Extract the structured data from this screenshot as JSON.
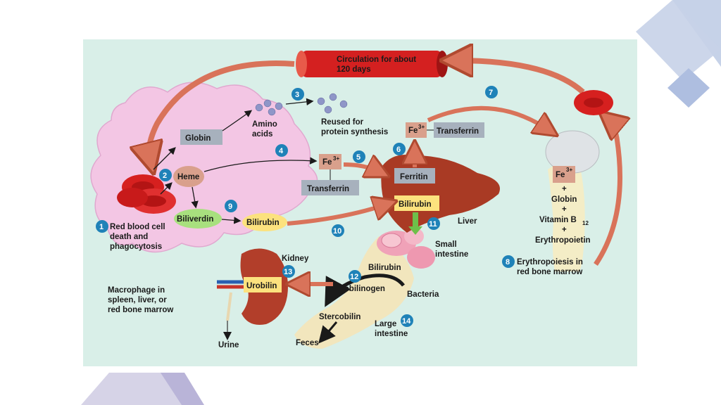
{
  "title": {
    "line1": "Circulation for about",
    "line2": "120 days"
  },
  "steps": [
    {
      "n": "1",
      "lines": [
        "Red blood cell",
        "death and",
        "phagocytosis"
      ]
    },
    {
      "n": "2"
    },
    {
      "n": "3"
    },
    {
      "n": "4"
    },
    {
      "n": "5"
    },
    {
      "n": "6"
    },
    {
      "n": "7"
    },
    {
      "n": "8",
      "lines": [
        "Erythropoiesis in",
        "red bone marrow"
      ]
    },
    {
      "n": "9"
    },
    {
      "n": "10"
    },
    {
      "n": "11"
    },
    {
      "n": "12"
    },
    {
      "n": "13"
    },
    {
      "n": "14"
    }
  ],
  "labels": {
    "globin": "Globin",
    "heme": "Heme",
    "amino_acids": [
      "Amino",
      "acids"
    ],
    "reused": [
      "Reused for",
      "protein synthesis"
    ],
    "fe3": "Fe",
    "fe3_sup": "3+",
    "transferrin": "Transferrin",
    "ferritin": "Ferritin",
    "biliverdin": "Biliverdin",
    "bilirubin": "Bilirubin",
    "liver": "Liver",
    "small_intestine": [
      "Small",
      "intestine"
    ],
    "kidney": "Kidney",
    "urobilin": "Urobilin",
    "urobilinogen": "Urobilinogen",
    "bacteria": "Bacteria",
    "stercobilin": "Stercobilin",
    "large_intestine": [
      "Large",
      "intestine"
    ],
    "feces": "Feces",
    "urine": "Urine",
    "macrophage": [
      "Macrophage in",
      "spleen, liver, or",
      "red bone marrow"
    ],
    "marrow_list": {
      "plus": "+",
      "globin": "Globin",
      "vitb": "Vitamin B",
      "vitb_sub": "12",
      "epo": "Erythropoietin"
    }
  },
  "colors": {
    "panel": "#d9efe8",
    "macrophage": "#f3c6e4",
    "rbc": "#d6201f",
    "liver": "#a93a24",
    "arrow": "#d9735a",
    "badge": "#1f82b8",
    "gray_box": "#a7b1bd",
    "heme": "#d9a08c",
    "biliverdin": "#a8e07e",
    "bilirubin": "#fce27e",
    "deco": "#aab7d8"
  }
}
